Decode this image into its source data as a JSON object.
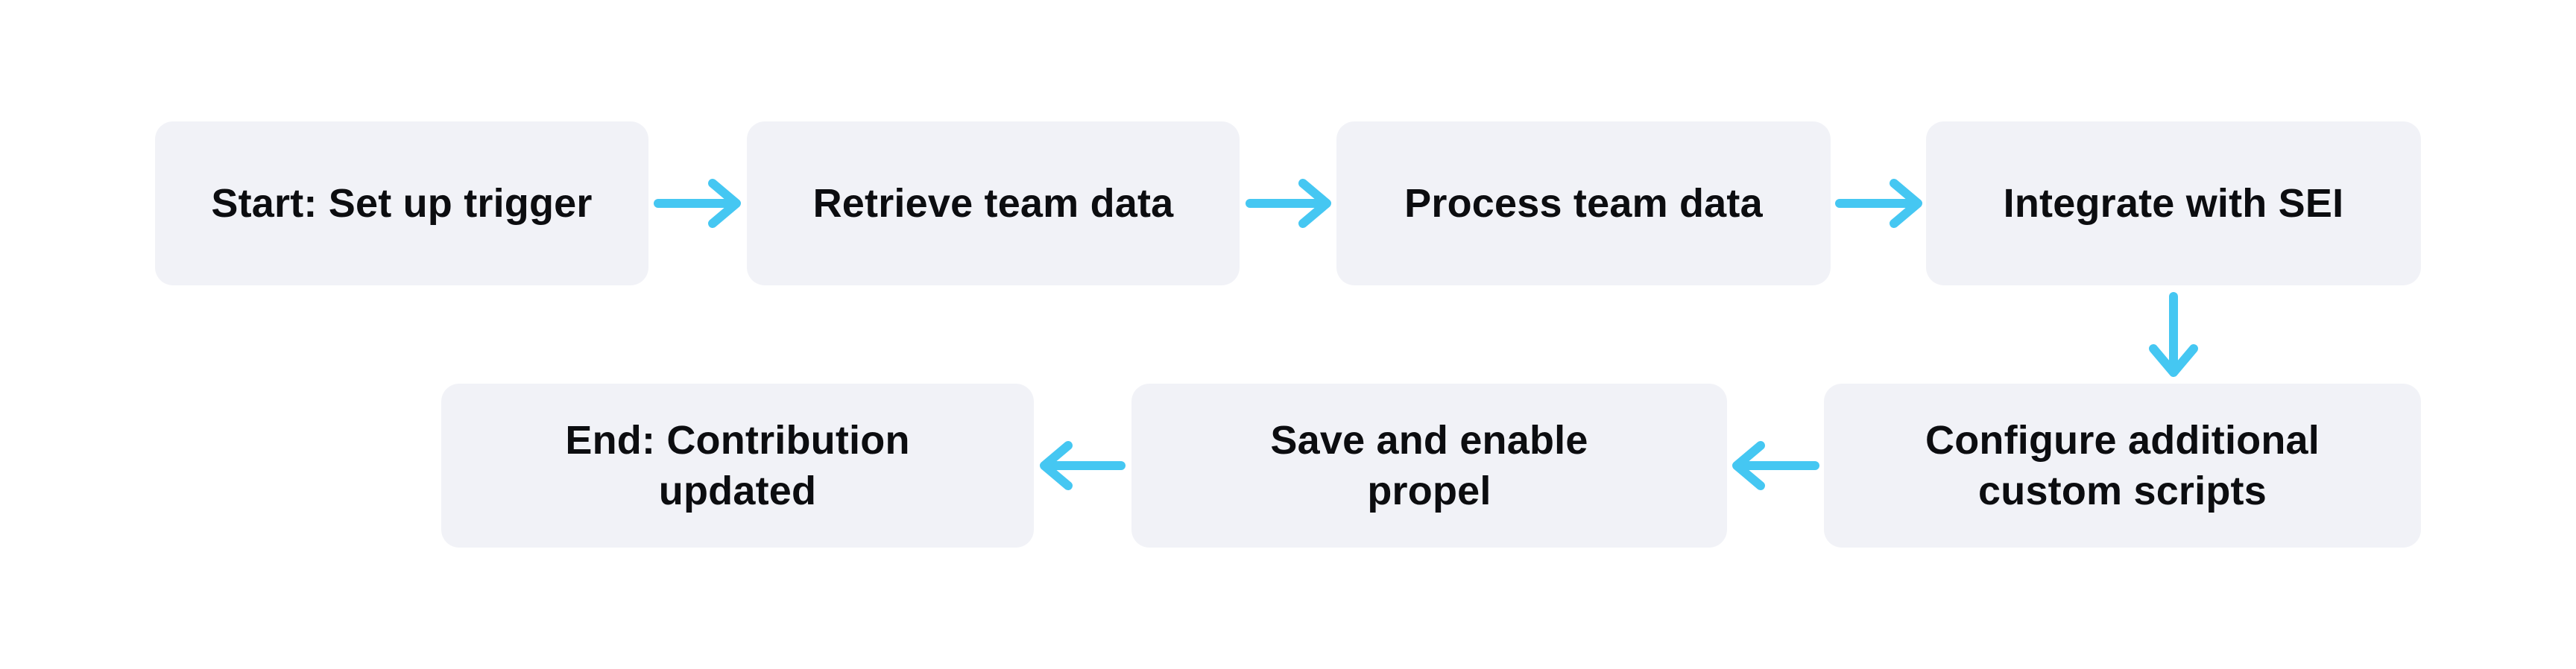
{
  "diagram": {
    "type": "flowchart",
    "background_color": "#ffffff",
    "node_fill_color": "#f1f2f7",
    "node_text_color": "#0c0d10",
    "arrow_color": "#45c7f2",
    "nodes": {
      "start": {
        "label": "Start: Set up trigger"
      },
      "retrieve": {
        "label": "Retrieve team data"
      },
      "process": {
        "label": "Process team data"
      },
      "integrate": {
        "label": "Integrate with SEI"
      },
      "configure": {
        "label": "Configure additional\ncustom scripts"
      },
      "save": {
        "label": "Save and enable\npropel"
      },
      "end": {
        "label": "End: Contribution\nupdated"
      }
    },
    "edges": [
      {
        "from": "start",
        "to": "retrieve",
        "direction": "right"
      },
      {
        "from": "retrieve",
        "to": "process",
        "direction": "right"
      },
      {
        "from": "process",
        "to": "integrate",
        "direction": "right"
      },
      {
        "from": "integrate",
        "to": "configure",
        "direction": "down"
      },
      {
        "from": "configure",
        "to": "save",
        "direction": "left"
      },
      {
        "from": "save",
        "to": "end",
        "direction": "left"
      }
    ]
  }
}
